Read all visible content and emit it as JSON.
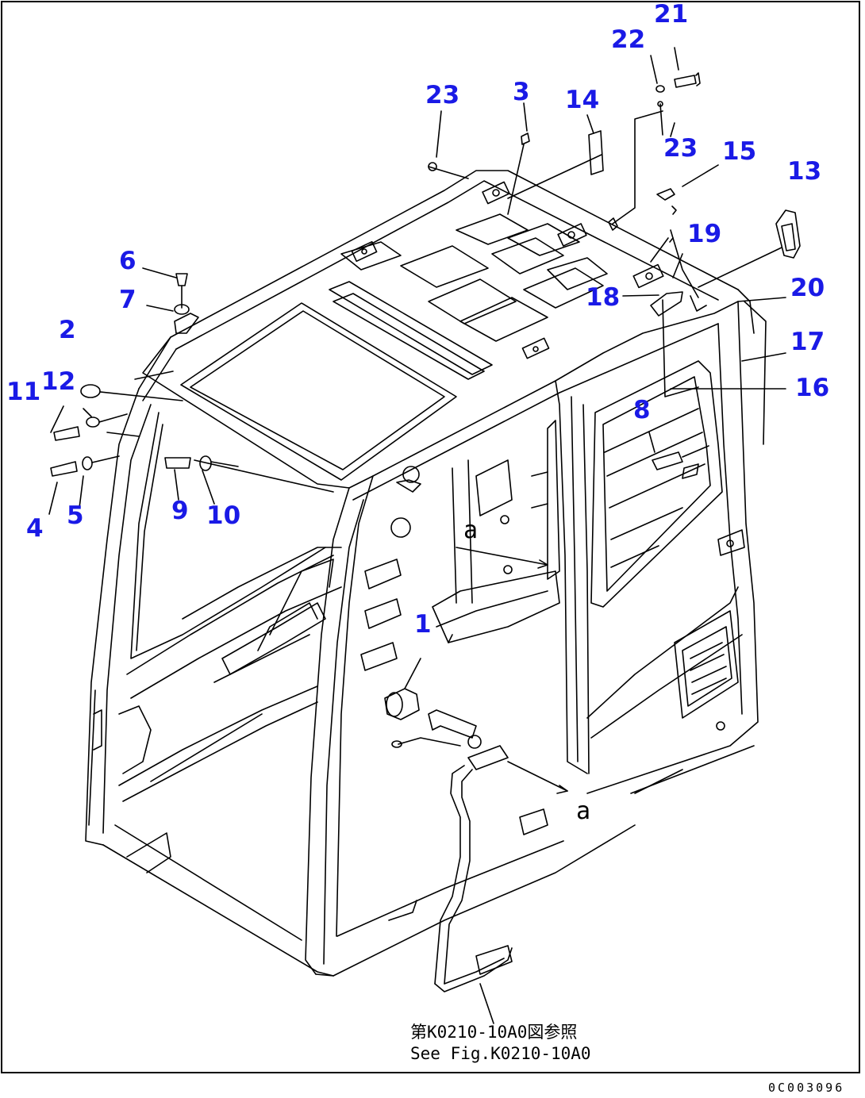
{
  "diagram": {
    "callouts": [
      {
        "id": "c1",
        "text": "1"
      },
      {
        "id": "c2",
        "text": "2"
      },
      {
        "id": "c3",
        "text": "3"
      },
      {
        "id": "c4",
        "text": "4"
      },
      {
        "id": "c5",
        "text": "5"
      },
      {
        "id": "c6",
        "text": "6"
      },
      {
        "id": "c7",
        "text": "7"
      },
      {
        "id": "c8",
        "text": "8"
      },
      {
        "id": "c9",
        "text": "9"
      },
      {
        "id": "c10",
        "text": "10"
      },
      {
        "id": "c11",
        "text": "11"
      },
      {
        "id": "c12",
        "text": "12"
      },
      {
        "id": "c13",
        "text": "13"
      },
      {
        "id": "c14",
        "text": "14"
      },
      {
        "id": "c15",
        "text": "15"
      },
      {
        "id": "c16",
        "text": "16"
      },
      {
        "id": "c17",
        "text": "17"
      },
      {
        "id": "c18",
        "text": "18"
      },
      {
        "id": "c19",
        "text": "19"
      },
      {
        "id": "c20",
        "text": "20"
      },
      {
        "id": "c21",
        "text": "21"
      },
      {
        "id": "c22",
        "text": "22"
      },
      {
        "id": "c23a",
        "text": "23"
      },
      {
        "id": "c23b",
        "text": "23"
      }
    ],
    "view_markers": [
      {
        "id": "a_top",
        "text": "a"
      },
      {
        "id": "a_bottom",
        "text": "a"
      }
    ],
    "reference_note": {
      "japanese": "第K0210-10A0図参照",
      "english": "See Fig.K0210-10A0"
    },
    "drawing_number": "0C003096",
    "colors": {
      "callout": "#1a1ae6",
      "lines": "#000000"
    }
  }
}
